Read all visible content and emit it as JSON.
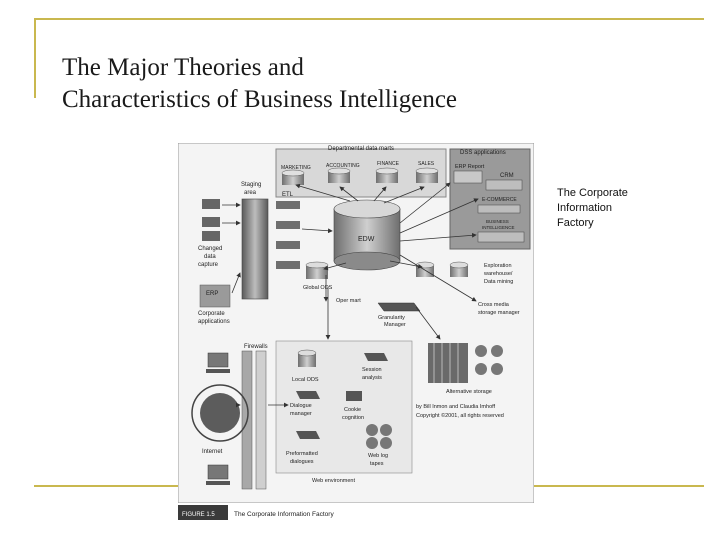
{
  "slide": {
    "title_lines": [
      "The Major Theories and",
      "Characteristics of Business Intelligence"
    ],
    "caption_lines": [
      "The Corporate",
      "Information",
      "Factory"
    ]
  },
  "figure": {
    "labels": {
      "departmental_data_marts": "Departmental data marts",
      "dss_applications": "DSS applications",
      "marketing": "MARKETING",
      "accounting": "ACCOUNTING",
      "finance": "FINANCE",
      "sales": "SALES",
      "erp_report": "ERP Report",
      "crm": "CRM",
      "e_commerce": "E-COMMERCE",
      "business_intelligence_1": "BUSINESS",
      "business_intelligence_2": "INTELLIGENCE",
      "staging_area_1": "Staging",
      "staging_area_2": "area",
      "etl": "ETL",
      "edw": "EDW",
      "changed_data_capture_1": "Changed",
      "changed_data_capture_2": "data",
      "changed_data_capture_3": "capture",
      "erp": "ERP",
      "corporate_applications_1": "Corporate",
      "corporate_applications_2": "applications",
      "exploration_1": "Exploration",
      "exploration_2": "warehouse/",
      "exploration_3": "Data mining",
      "global_ods": "Global ODS",
      "oper_mart": "Oper mart",
      "granularity_manager_1": "Granularity",
      "granularity_manager_2": "Manager",
      "cross_media_1": "Cross media",
      "cross_media_2": "storage manager",
      "firewalls": "Firewalls",
      "local_ods": "Local ODS",
      "session_analysis_1": "Session",
      "session_analysis_2": "analysis",
      "dialogue_manager_1": "Dialogue",
      "dialogue_manager_2": "manager",
      "cookie_cognition_1": "Cookie",
      "cookie_cognition_2": "cognition",
      "preformatted_dialogues_1": "Preformatted",
      "preformatted_dialogues_2": "dialogues",
      "web_log_tapes_1": "Web log",
      "web_log_tapes_2": "tapes",
      "alternative_storage": "Alternative storage",
      "copyright_1": "by Bill Inmon and Claudia Imhoff",
      "copyright_2": "Copyright ©2001, all rights reserved",
      "internet": "Internet",
      "web_environment": "Web environment",
      "figure_number": "FIGURE 1.5",
      "figure_caption": "The Corporate Information Factory"
    }
  },
  "colors": {
    "accent_line": "#c9b84f",
    "figure_background": "#f4f4f4",
    "shape_gray": "#9a9a9a",
    "dark_gray": "#4a4a4a"
  }
}
